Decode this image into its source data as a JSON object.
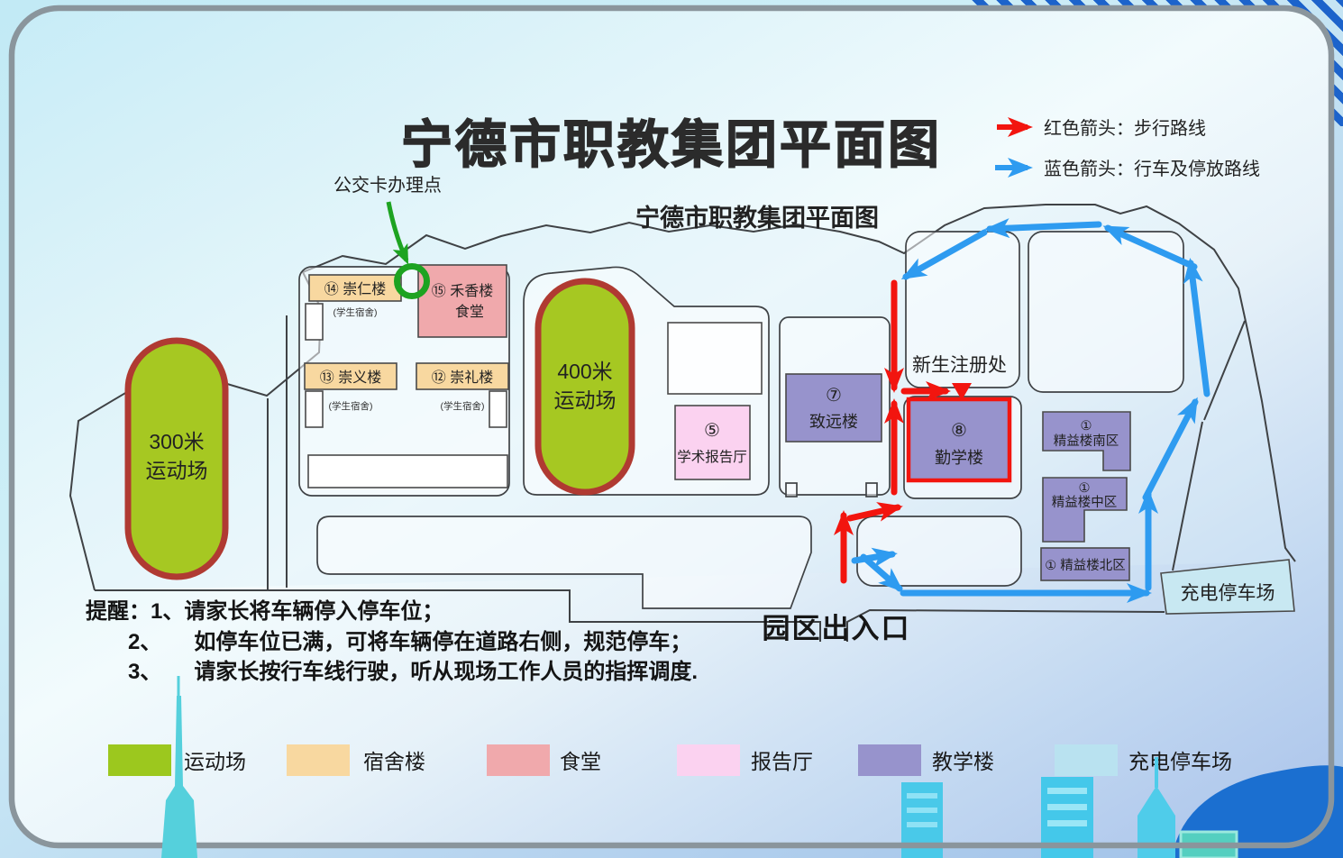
{
  "title": "宁德市职教集团平面图",
  "subtitle": "宁德市职教集团平面图",
  "route_legend": {
    "red": "红色箭头：步行路线",
    "blue": "蓝色箭头：行车及停放路线"
  },
  "annotations": {
    "bus_card": "公交卡办理点",
    "registration": "新生注册处",
    "entrance": "园区出入口",
    "charging_lot": "充电停车场"
  },
  "fields": {
    "f300": {
      "line1": "300米",
      "line2": "运动场"
    },
    "f400": {
      "line1": "400米",
      "line2": "运动场"
    }
  },
  "buildings": {
    "b14": {
      "label": "⑭ 崇仁楼",
      "sub": "(学生宿舍)"
    },
    "b15": {
      "line1": "⑮ 禾香楼",
      "line2": "食堂"
    },
    "b13": {
      "label": "⑬ 崇义楼",
      "sub": "(学生宿舍)"
    },
    "b12": {
      "label": "⑫ 崇礼楼",
      "sub": "(学生宿舍)"
    },
    "b5": {
      "num": "⑤",
      "name": "学术报告厅"
    },
    "b7": {
      "num": "⑦",
      "name": "致远楼"
    },
    "b8": {
      "num": "⑧",
      "name": "勤学楼"
    },
    "jy_south": {
      "num": "①",
      "name": "精益楼南区"
    },
    "jy_mid": {
      "num": "①",
      "name": "精益楼中区"
    },
    "jy_north": {
      "label": "① 精益楼北区"
    }
  },
  "reminders": {
    "line1": "提醒：1、请家长将车辆停入停车位；",
    "line2": "2、　　如停车位已满，可将车辆停在道路右侧，规范停车；",
    "line3": "3、　　请家长按行车线行驶，听从现场工作人员的指挥调度."
  },
  "legend": {
    "items": [
      {
        "label": "运动场",
        "color": "#9CC81E"
      },
      {
        "label": "宿舍楼",
        "color": "#F8D8A0"
      },
      {
        "label": "食堂",
        "color": "#F0A9AC"
      },
      {
        "label": "报告厅",
        "color": "#FBD2F0"
      },
      {
        "label": "教学楼",
        "color": "#9793CC"
      },
      {
        "label": "充电停车场",
        "color": "#B9E2F0"
      }
    ]
  },
  "colors": {
    "walk_route": "#F2150F",
    "drive_route": "#2E9BF0",
    "bus_card_green": "#1DA321",
    "field_green": "#A6C822",
    "field_border": "#B03A32",
    "dorm": "#F8D8A0",
    "canteen": "#F0A9AC",
    "hall": "#FBD2F0",
    "teaching": "#9793CC",
    "parking": "#C8E8F2"
  }
}
